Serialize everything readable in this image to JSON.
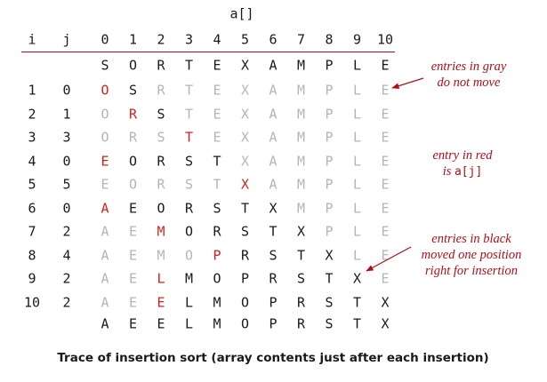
{
  "array_label": "a[]",
  "col_headers": {
    "i": "i",
    "j": "j",
    "indices": [
      "0",
      "1",
      "2",
      "3",
      "4",
      "5",
      "6",
      "7",
      "8",
      "9",
      "10"
    ]
  },
  "initial_row": [
    "S",
    "O",
    "R",
    "T",
    "E",
    "X",
    "A",
    "M",
    "P",
    "L",
    "E"
  ],
  "rows": [
    {
      "i": "1",
      "j": "0",
      "cells": [
        "O",
        "S",
        "R",
        "T",
        "E",
        "X",
        "A",
        "M",
        "P",
        "L",
        "E"
      ],
      "styles": "rbgggggggg g"
    },
    {
      "i": "2",
      "j": "1",
      "cells": [
        "O",
        "R",
        "S",
        "T",
        "E",
        "X",
        "A",
        "M",
        "P",
        "L",
        "E"
      ],
      "styles": "grbgggggggg"
    },
    {
      "i": "3",
      "j": "3",
      "cells": [
        "O",
        "R",
        "S",
        "T",
        "E",
        "X",
        "A",
        "M",
        "P",
        "L",
        "E"
      ],
      "styles": "gggrggggggg"
    },
    {
      "i": "4",
      "j": "0",
      "cells": [
        "E",
        "O",
        "R",
        "S",
        "T",
        "X",
        "A",
        "M",
        "P",
        "L",
        "E"
      ],
      "styles": "rbbbbgggggg"
    },
    {
      "i": "5",
      "j": "5",
      "cells": [
        "E",
        "O",
        "R",
        "S",
        "T",
        "X",
        "A",
        "M",
        "P",
        "L",
        "E"
      ],
      "styles": "gggggrggggg"
    },
    {
      "i": "6",
      "j": "0",
      "cells": [
        "A",
        "E",
        "O",
        "R",
        "S",
        "T",
        "X",
        "M",
        "P",
        "L",
        "E"
      ],
      "styles": "rbbbbbbgggg"
    },
    {
      "i": "7",
      "j": "2",
      "cells": [
        "A",
        "E",
        "M",
        "O",
        "R",
        "S",
        "T",
        "X",
        "P",
        "L",
        "E"
      ],
      "styles": "ggrbbbbbggg"
    },
    {
      "i": "8",
      "j": "4",
      "cells": [
        "A",
        "E",
        "M",
        "O",
        "P",
        "R",
        "S",
        "T",
        "X",
        "L",
        "E"
      ],
      "styles": "ggggrbbbbgg"
    },
    {
      "i": "9",
      "j": "2",
      "cells": [
        "A",
        "E",
        "L",
        "M",
        "O",
        "P",
        "R",
        "S",
        "T",
        "X",
        "E"
      ],
      "styles": "ggrbbbbbbbg"
    },
    {
      "i": "10",
      "j": "2",
      "cells": [
        "A",
        "E",
        "E",
        "L",
        "M",
        "O",
        "P",
        "R",
        "S",
        "T",
        "X"
      ],
      "styles": "ggrbbbbbbbb"
    }
  ],
  "final_row": [
    "A",
    "E",
    "E",
    "L",
    "M",
    "O",
    "P",
    "R",
    "S",
    "T",
    "X"
  ],
  "annotations": {
    "gray_line1": "entries in gray",
    "gray_line2": "do not move",
    "red_line1": "entry in red",
    "red_line2_prefix": "is ",
    "red_line2_code": "a[j]",
    "black_line1": "entries in black",
    "black_line2": "moved one position",
    "black_line3": "right for insertion"
  },
  "caption": "Trace of insertion sort (array contents just after each insertion)",
  "colors": {
    "red": "#d0231f",
    "gray": "#b5b5b5",
    "black": "#1a1a1a",
    "annotation": "#b00f1a"
  }
}
